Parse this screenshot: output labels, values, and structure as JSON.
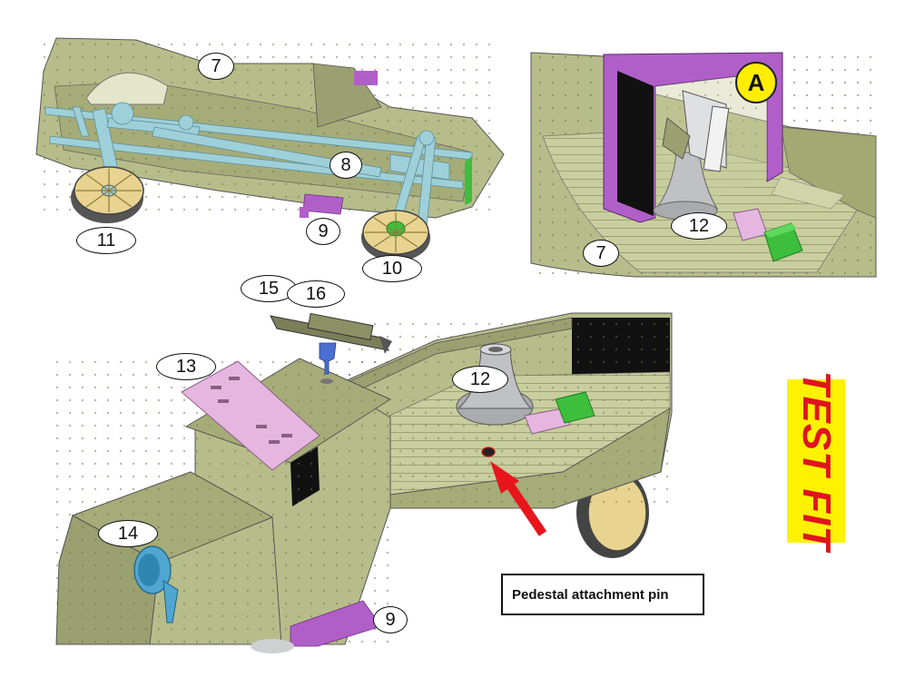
{
  "callouts": {
    "c7_top": "7",
    "c8": "8",
    "c9_top": "9",
    "c10": "10",
    "c11": "11",
    "c12_inset": "12",
    "c7_inset": "7",
    "c15": "15",
    "c16": "16",
    "c13": "13",
    "c12_main": "12",
    "c14": "14",
    "c9_bottom": "9"
  },
  "inset_badge": "A",
  "annotation": "Pedestal attachment pin",
  "stamp": "TEST FIT",
  "colors": {
    "hull": "#b7bd8a",
    "hull_dark": "#9aa070",
    "hull_shadow": "#7f8658",
    "chassis": "#9ed0da",
    "purple": "#b05fc8",
    "pink": "#e5b7e0",
    "green": "#3dbf3d",
    "wheel": "#e8d490",
    "pedestal": "#bfc1c4",
    "lamp": "#4fa6d1",
    "arrow": "#e8161c",
    "stamp_bg": "#fff200",
    "stamp_text": "#e0141e"
  }
}
